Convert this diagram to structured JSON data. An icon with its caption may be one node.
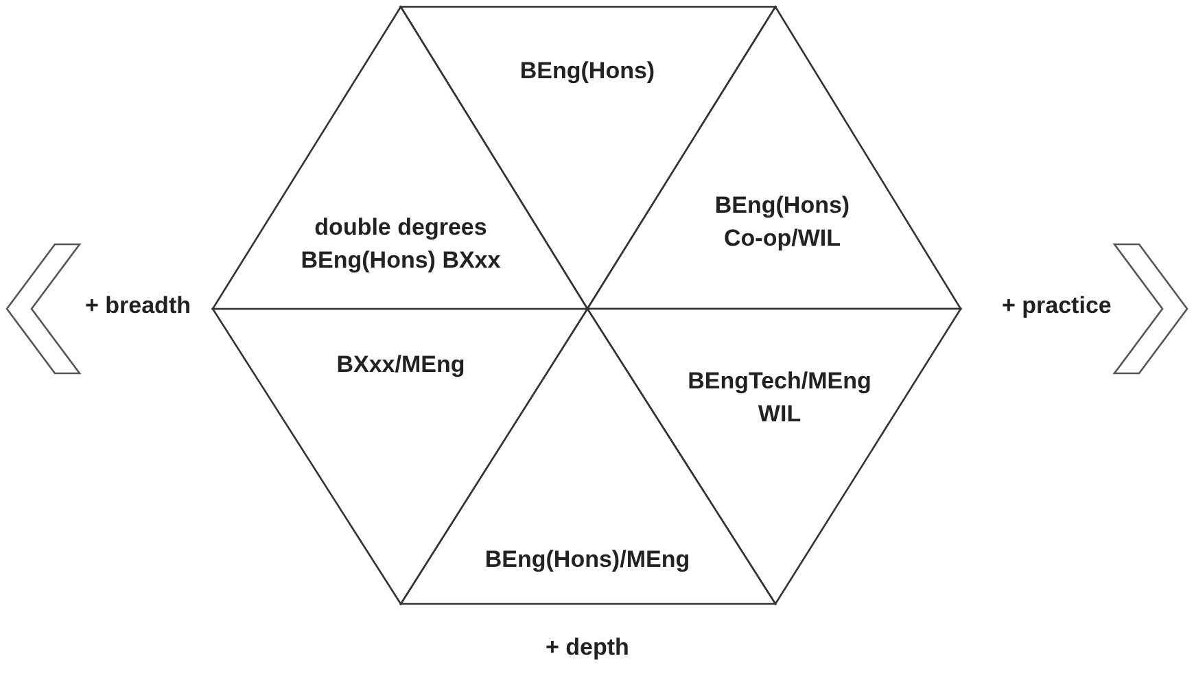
{
  "diagram": {
    "nodes": [
      {
        "text": [
          "BEng(Hons)"
        ]
      },
      {
        "text": [
          "BEng(Hons) Co-op/WIL"
        ]
      },
      {
        "text": [
          "BEngTech/MEng WIL"
        ]
      },
      {
        "text": [
          "BEng(Hons)/MEng"
        ]
      },
      {
        "text": [
          "BXxx/MEng"
        ]
      },
      {
        "text": [
          "double degrees BEng(Hons) BXxx"
        ]
      }
    ],
    "edges": [],
    "labels": [
      "+ breadth",
      "+ practice",
      "+ depth"
    ]
  }
}
